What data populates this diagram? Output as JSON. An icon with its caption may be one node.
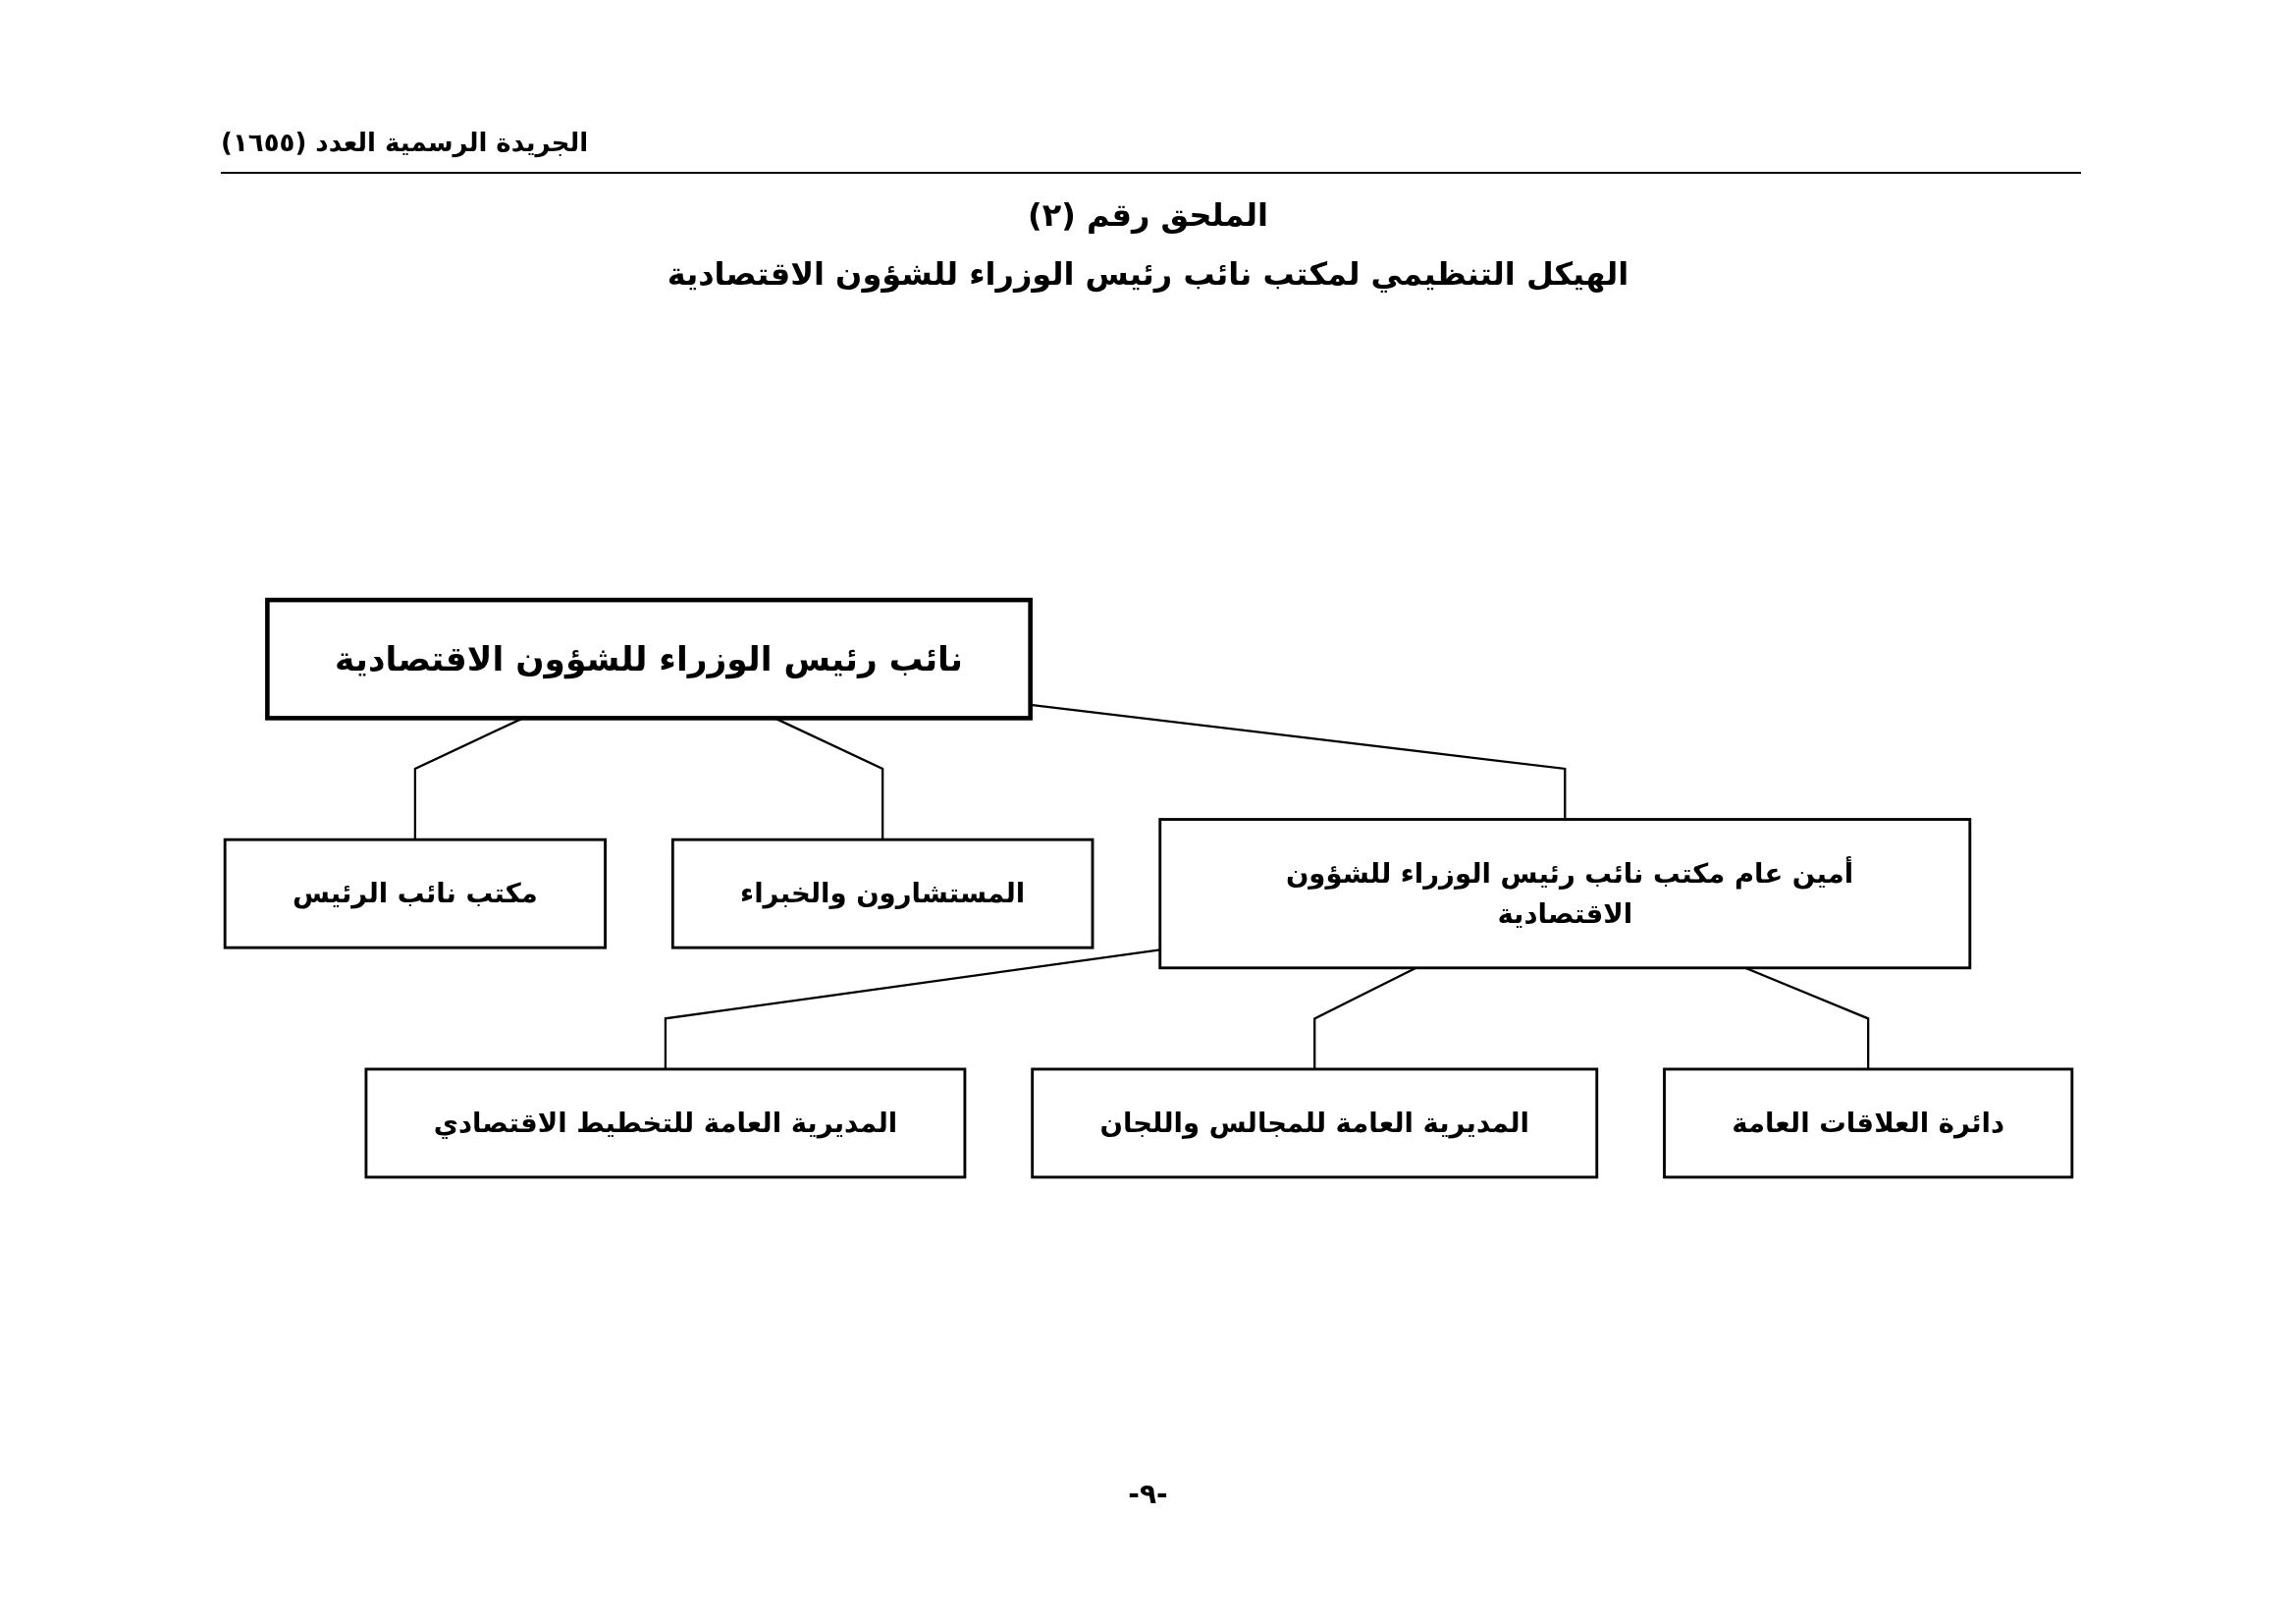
{
  "diagram": {
    "title": "الهيكل التنظيمي لمكتب نائب رئيس الوزراء للشؤون الاقتصادية",
    "nodes": [
      {
        "text": [
          "نائب رئيس الوزراء للشؤون الاقتصادية"
        ]
      },
      {
        "text": [
          "مكتب نائب الرئيس"
        ]
      },
      {
        "text": [
          "المستشارون والخبراء"
        ]
      },
      {
        "text": [
          "أمين عام مكتب نائب رئيس الوزراء للشؤون الاقتصادية"
        ]
      },
      {
        "text": [
          "المديرية العامة للتخطيط الاقتصادي"
        ]
      },
      {
        "text": [
          "المديرية العامة للمجالس واللجان"
        ]
      },
      {
        "text": [
          "دائرة العلاقات العامة"
        ]
      }
    ],
    "edges": [
      {
        "from": 0,
        "to": 1,
        "arrow": "none"
      },
      {
        "from": 0,
        "to": 2,
        "arrow": "none"
      },
      {
        "from": 0,
        "to": 3,
        "arrow": "none"
      },
      {
        "from": 3,
        "to": 4,
        "arrow": "none"
      },
      {
        "from": 3,
        "to": 5,
        "arrow": "none"
      },
      {
        "from": 3,
        "to": 6,
        "arrow": "none"
      }
    ],
    "labels": [
      "الجريدة الرسمية العدد (١٦٥٥)",
      "الملحق رقم (٢)",
      "-٩-"
    ]
  }
}
